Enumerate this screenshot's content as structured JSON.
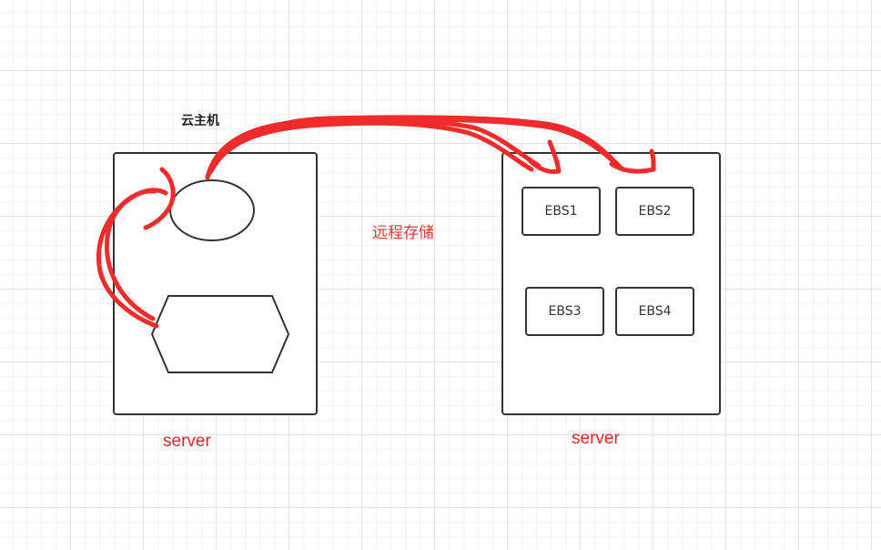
{
  "diagram": {
    "cloud_host_label": "云主机",
    "remote_storage_label": "远程存储",
    "left_server": {
      "caption": "server"
    },
    "right_server": {
      "caption": "server",
      "volumes": [
        "EBS1",
        "EBS2",
        "EBS3",
        "EBS4"
      ]
    }
  },
  "colors": {
    "ink": "#ef2b2b",
    "outline": "#333333",
    "grid": "#e6e6e6"
  }
}
